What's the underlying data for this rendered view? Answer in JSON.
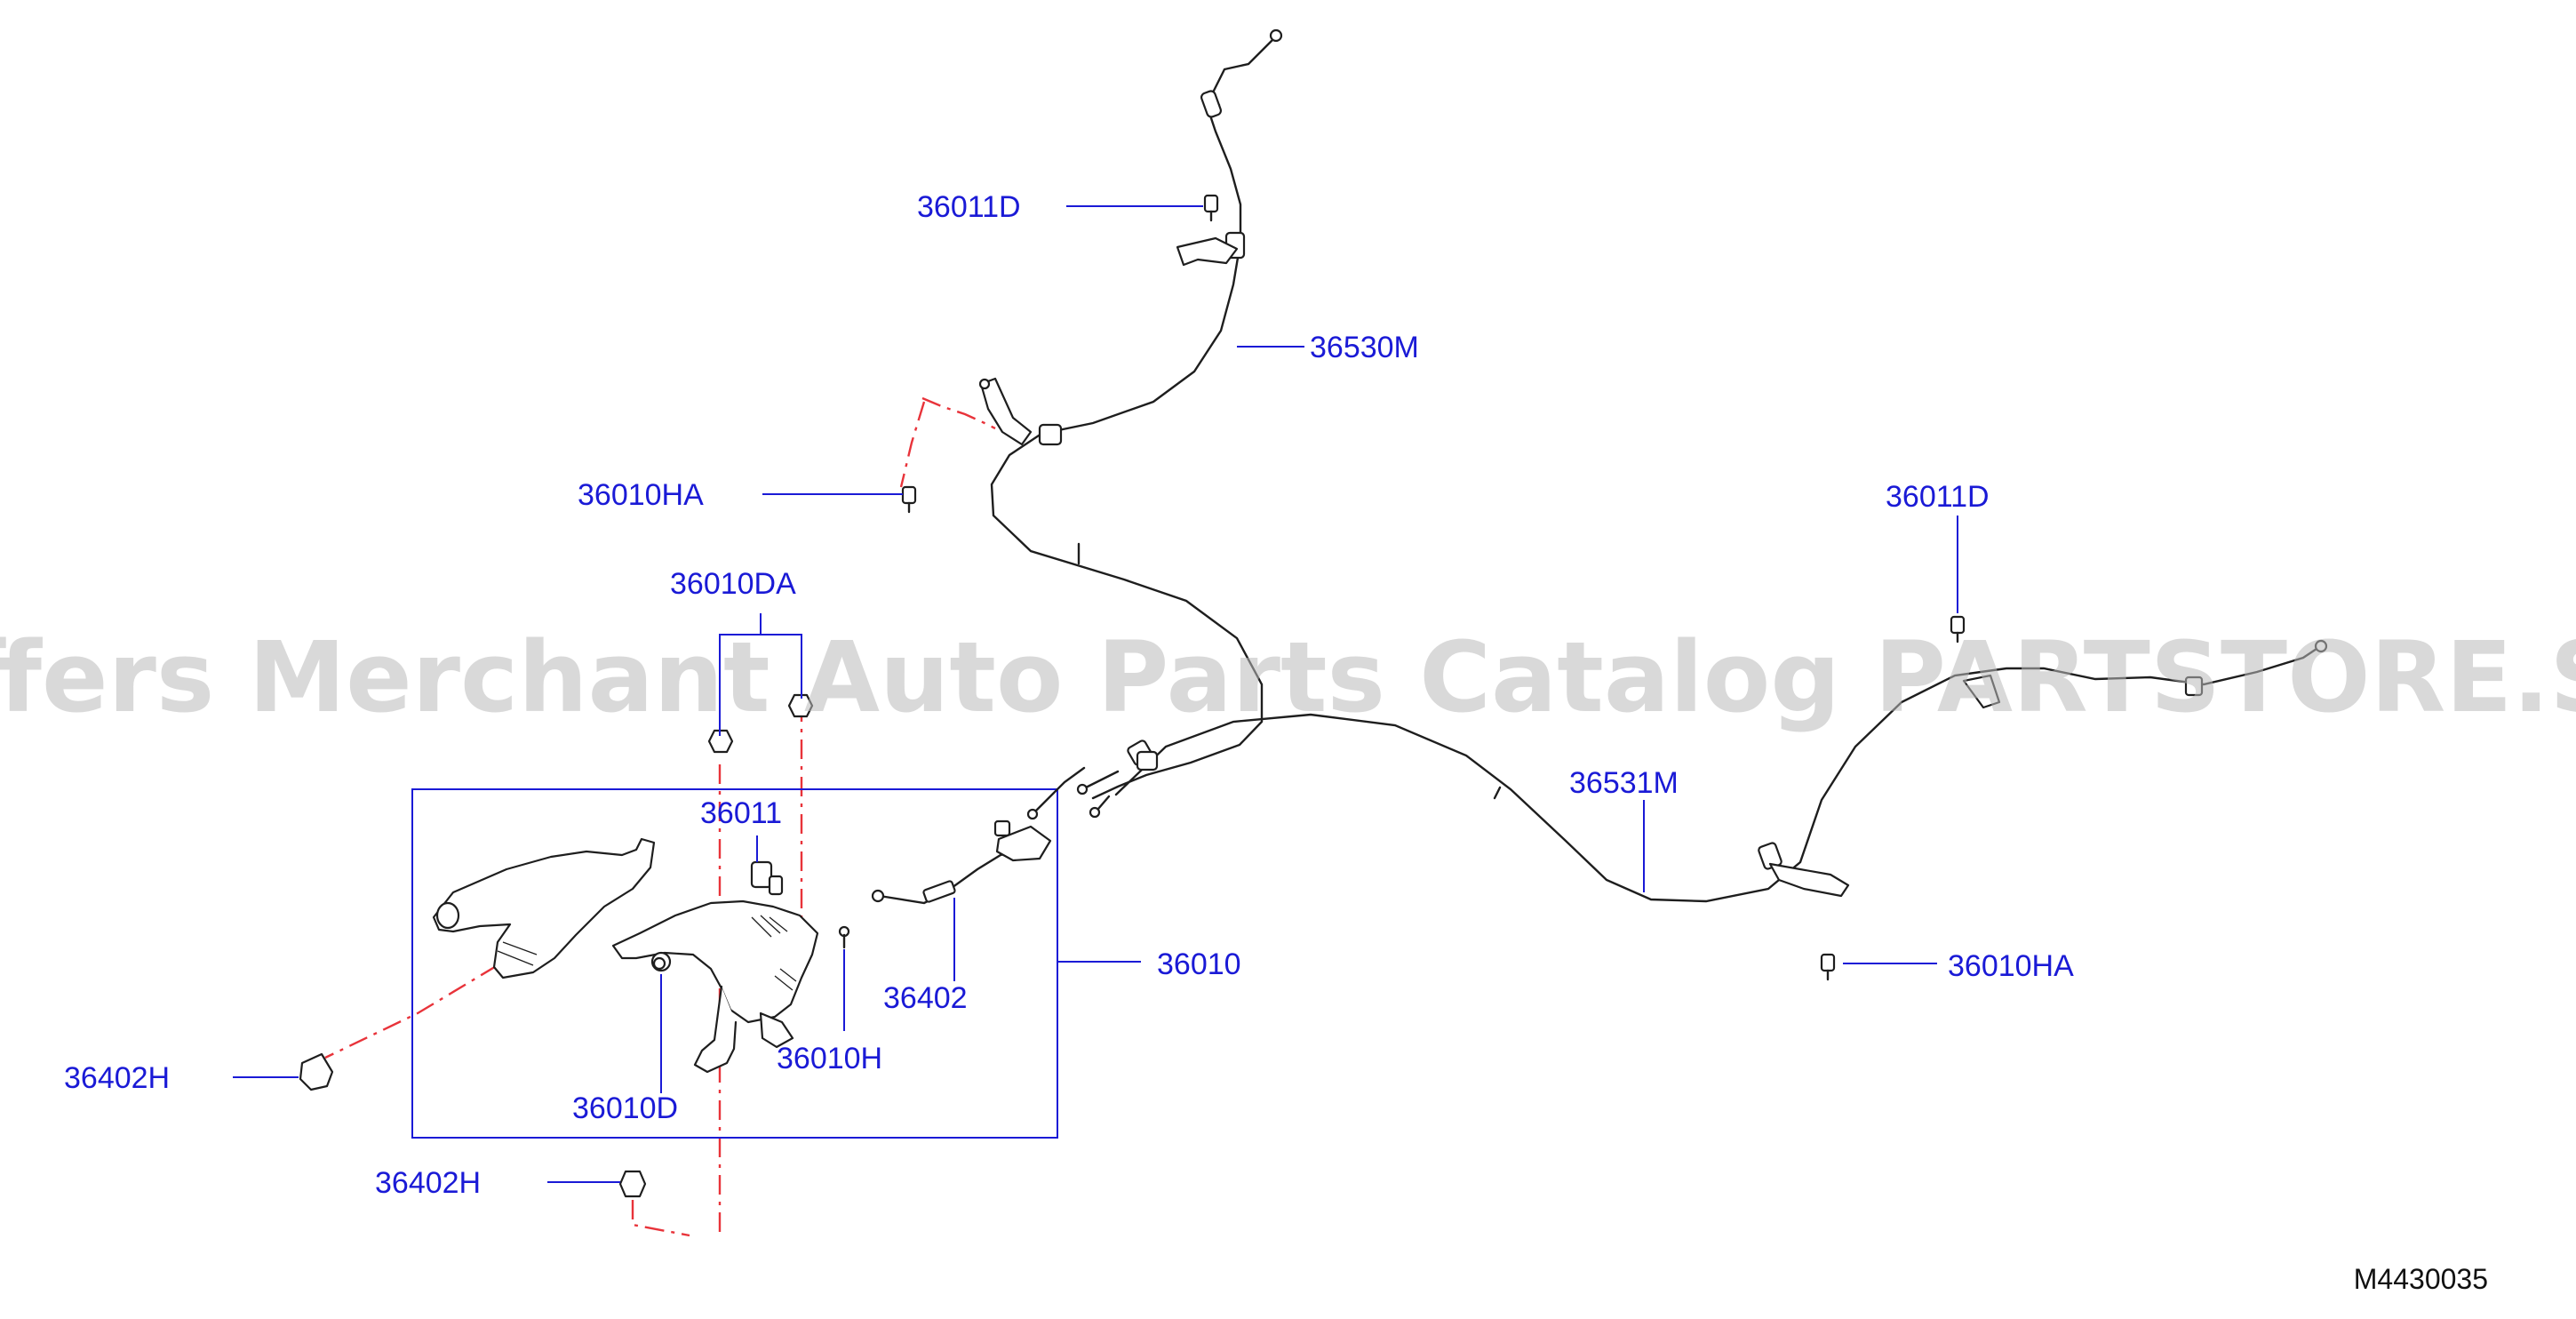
{
  "watermark": "Offers Merchant Auto Parts Catalog PARTSTORE.SA",
  "diagram_id": "M4430035",
  "callouts": {
    "c36011D_top": "36011D",
    "c36530M": "36530M",
    "c36010HA_left": "36010HA",
    "c36010DA": "36010DA",
    "c36011D_right": "36011D",
    "c36531M": "36531M",
    "c36011": "36011",
    "c36010": "36010",
    "c36402": "36402",
    "c36010H": "36010H",
    "c36010HA_right": "36010HA",
    "c36402H_left": "36402H",
    "c36010D": "36010D",
    "c36402H_bottom": "36402H"
  },
  "colors": {
    "callout": "#1a1ad6",
    "phantom_line": "#e8333a",
    "part_outline": "#1e1e1e",
    "watermark": "#b9b9b9"
  }
}
